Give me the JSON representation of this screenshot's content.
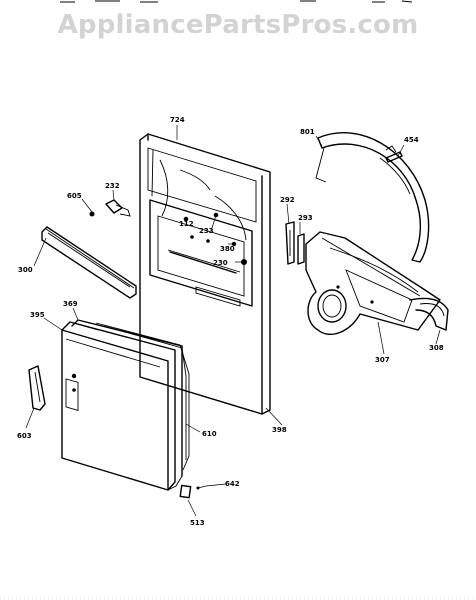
{
  "watermark": "AppliancePartsPros.com",
  "part_labels": {
    "p724": "724",
    "p801": "801",
    "p454": "454",
    "p232": "232",
    "p605": "605",
    "p112": "112",
    "p233": "233",
    "p380": "380",
    "p230": "230",
    "p292": "292",
    "p293": "293",
    "p300": "300",
    "p395": "395",
    "p369": "369",
    "p603": "603",
    "p610": "610",
    "p398": "398",
    "p307": "307",
    "p308": "308",
    "p642": "642",
    "p513": "513"
  }
}
